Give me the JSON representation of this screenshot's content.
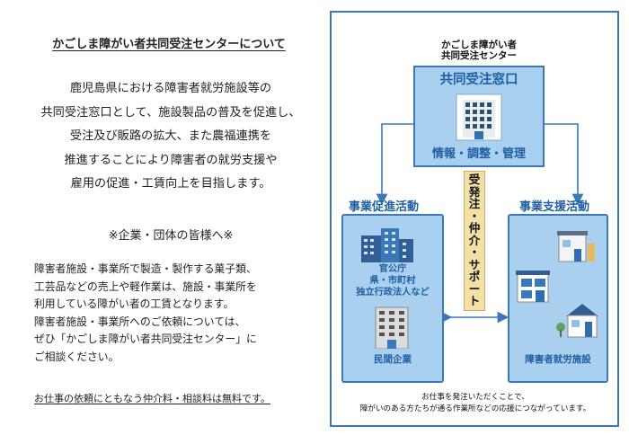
{
  "left": {
    "title": "かごしま障がい者共同受注センターについて",
    "intro_lines": [
      "鹿児島県における障害者就労施設等の",
      "共同受注窓口として、施設製品の普及を促進し、",
      "受注及び販路の拡大、また農福連携を",
      "推進することにより障害者の就労支援や",
      "雇用の促進・工賃向上を目指します。"
    ],
    "notice": "※企業・団体の皆様へ※",
    "body_lines": [
      "障害者施設・事業所で製造・製作する菓子類、",
      "工芸品などの売上や軽作業は、施設・事業所を",
      "利用している障がい者の工賃となります。",
      "障害者施設・事業所へのご依頼については、",
      "ぜひ「かごしま障がい者共同受注センター」に",
      "ご相談ください。"
    ],
    "fee_note": "お仕事の依頼にともなう仲介料・相談料は無料です。"
  },
  "diagram": {
    "center_name_lines": [
      "かごしま障がい者",
      "共同受注センター"
    ],
    "window_title": "共同受注窓口",
    "window_sub": "情報・調整・管理",
    "vertical_label": "受発注・仲介・サポート",
    "left_section_title": "事業促進活動",
    "left_public_lines": [
      "官公庁",
      "県・市町村",
      "独立行政法人など"
    ],
    "left_private": "民間企業",
    "right_section_title": "事業支援活動",
    "right_label": "障害者就労施設",
    "footer_lines": [
      "お仕事を発注いただくことで、",
      "障がいのある方たちが通る作業所などの応援につながっています。"
    ]
  },
  "colors": {
    "accent_blue": "#3a78b8",
    "box_fill": "#a9d0ef",
    "label_fill": "#f2e0a6",
    "title_blue": "#1f5fa3"
  },
  "icons": [
    "office-building-icon",
    "government-building-icon",
    "apartment-building-icon",
    "facility-house-icon",
    "workshop-icon",
    "home-icon"
  ]
}
